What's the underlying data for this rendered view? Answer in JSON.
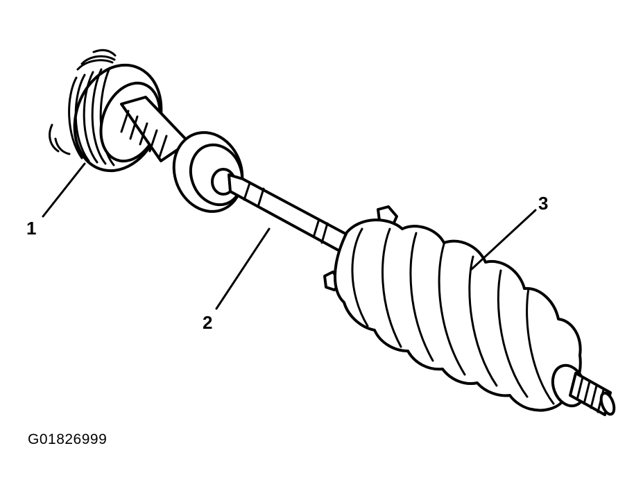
{
  "callouts": [
    {
      "label": "1"
    },
    {
      "label": "2"
    },
    {
      "label": "3"
    }
  ],
  "figure_id": "G01826999",
  "colors": {
    "ink": "#000000",
    "paper": "#ffffff"
  }
}
